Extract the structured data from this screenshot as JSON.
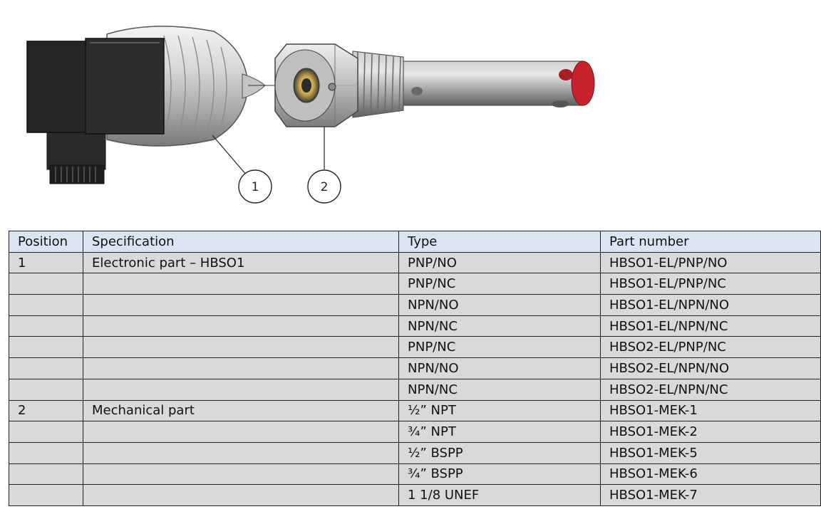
{
  "figure": {
    "callouts": [
      "1",
      "2"
    ],
    "components": [
      "connector-housing",
      "threaded-probe"
    ]
  },
  "table": {
    "headers": [
      "Position",
      "Specification",
      "Type",
      "Part number"
    ],
    "rows": [
      [
        "1",
        "Electronic part – HBSO1",
        "PNP/NO",
        "HBSO1-EL/PNP/NO"
      ],
      [
        "",
        "",
        "PNP/NC",
        "HBSO1-EL/PNP/NC"
      ],
      [
        "",
        "",
        "NPN/NO",
        "HBSO1-EL/NPN/NO"
      ],
      [
        "",
        "",
        "NPN/NC",
        "HBSO1-EL/NPN/NC"
      ],
      [
        "",
        "",
        "PNP/NC",
        "HBSO2-EL/PNP/NC"
      ],
      [
        "",
        "",
        "NPN/NO",
        "HBSO2-EL/NPN/NO"
      ],
      [
        "",
        "",
        "NPN/NC",
        "HBSO2-EL/NPN/NC"
      ],
      [
        "2",
        "Mechanical part",
        "½” NPT",
        "HBSO1-MEK-1"
      ],
      [
        "",
        "",
        "¾” NPT",
        "HBSO1-MEK-2"
      ],
      [
        "",
        "",
        "½” BSPP",
        "HBSO1-MEK-5"
      ],
      [
        "",
        "",
        "¾” BSPP",
        "HBSO1-MEK-6"
      ],
      [
        "",
        "",
        "1 1/8 UNEF",
        "HBSO1-MEK-7"
      ]
    ]
  },
  "colors": {
    "header_bg": "#dbe5f1",
    "row_bg": "#d9d9d9",
    "probe_tip": "#c8232c",
    "fitting_insert": "#c9a44a"
  }
}
